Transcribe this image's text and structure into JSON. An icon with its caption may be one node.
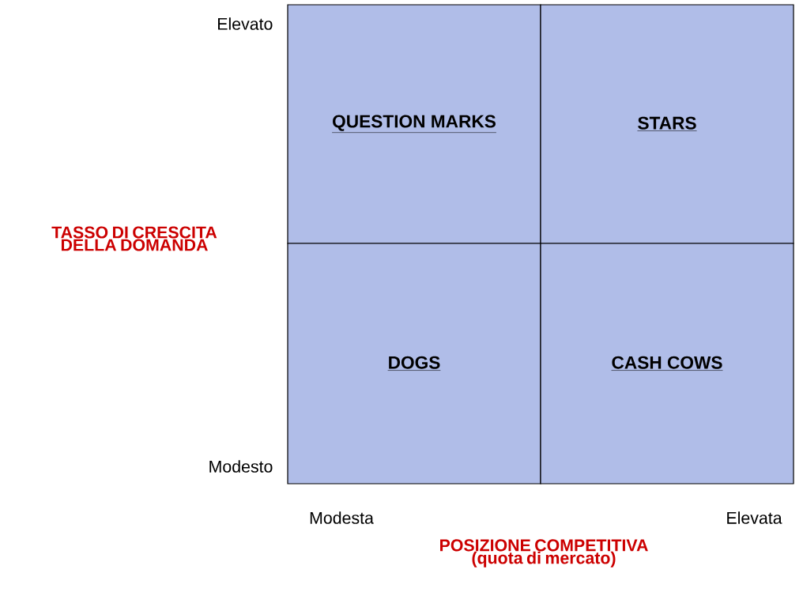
{
  "diagram": {
    "nodes": [
      {
        "text": [
          "QUESTION MARKS"
        ]
      },
      {
        "text": [
          "STARS"
        ]
      },
      {
        "text": [
          "DOGS"
        ]
      },
      {
        "text": [
          "CASH COWS"
        ]
      }
    ],
    "labels": [
      "Elevato",
      "TASSO DI CRESCITA DELLA DOMANDA",
      "Modesto",
      "Modesta",
      "Elevata",
      "POSIZIONE COMPETITIVA (quota di mercato)"
    ]
  }
}
